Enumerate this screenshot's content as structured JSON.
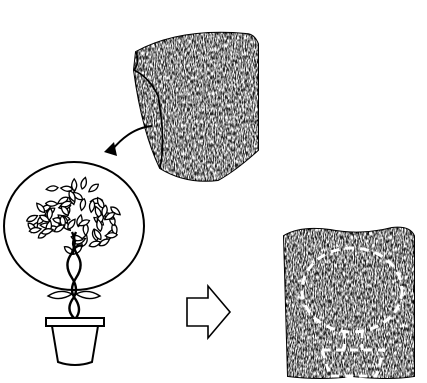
{
  "illustration": {
    "panels": [
      {
        "name": "fleece-cover-sheet"
      },
      {
        "name": "tree-in-pot"
      },
      {
        "name": "process-arrow"
      },
      {
        "name": "covered-tree"
      }
    ]
  },
  "colors": {
    "background": "#ffffff",
    "ink": "#111111",
    "fabric": "#5a5a5a"
  }
}
